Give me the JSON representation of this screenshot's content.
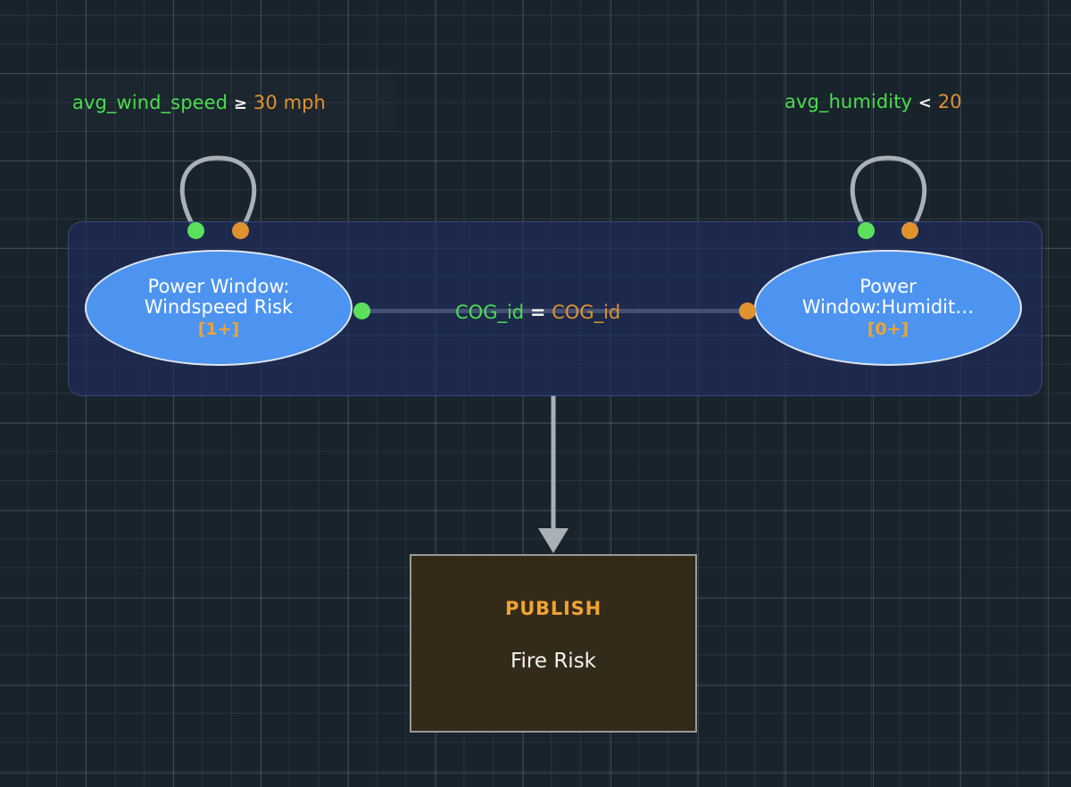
{
  "diagram": {
    "type": "stream-processing-topology",
    "background": {
      "color": "#18232c",
      "grid": true,
      "grid_line_color": "#2c3b45"
    },
    "subtopology": {
      "name": "sub-topology-group",
      "fill": "#1e2c5a",
      "border": "#6b7cb4"
    }
  },
  "conditions": [
    {
      "id": "cond-left",
      "field": "avg_wind_speed",
      "operator": "≥",
      "value": "30 mph",
      "field_color": "#4cdd4c",
      "value_color": "#e0922f"
    },
    {
      "id": "cond-right",
      "field": "avg_humidity",
      "operator": "<",
      "value": "20",
      "field_color": "#4cdd4c",
      "value_color": "#e0922f"
    }
  ],
  "nodes": [
    {
      "id": "node-windspeed",
      "shape": "ellipse",
      "title": "Power Window:\nWindspeed Risk",
      "count": "[1+]",
      "fill": "#4d94f0",
      "border": "#dfe6ee",
      "text_color": "#ffffff",
      "count_color": "#efa333"
    },
    {
      "id": "node-humidity",
      "shape": "ellipse",
      "title": "Power\nWindow:Humidit…",
      "count": "[0+]",
      "fill": "#4d94f0",
      "border": "#dfe6ee",
      "text_color": "#ffffff",
      "count_color": "#efa333"
    },
    {
      "id": "publish-node",
      "shape": "rectangle",
      "kind": "PUBLISH",
      "topic": "Fire Risk",
      "fill": "#332a19",
      "border": "#9a9a9a",
      "kind_color": "#efa333",
      "topic_color": "#f4f4f4"
    }
  ],
  "join_edge": {
    "label_lhs": "COG_id",
    "label_eq": "=",
    "label_rhs": "COG_id",
    "lhs_color": "#4cdd4c",
    "rhs_color": "#e0922f"
  },
  "ports": [
    {
      "id": "port-ws-loop-in",
      "kind": "input",
      "color": "#5ce05c"
    },
    {
      "id": "port-ws-loop-out",
      "kind": "output",
      "color": "#e0922f"
    },
    {
      "id": "port-hm-loop-in",
      "kind": "input",
      "color": "#5ce05c"
    },
    {
      "id": "port-hm-loop-out",
      "kind": "output",
      "color": "#e0922f"
    },
    {
      "id": "port-ws-right",
      "kind": "input",
      "color": "#5ce05c"
    },
    {
      "id": "port-hm-left",
      "kind": "output",
      "color": "#e0922f"
    }
  ],
  "edges": [
    {
      "id": "loop-windspeed",
      "type": "self-loop",
      "color": "#a8b0b8"
    },
    {
      "id": "loop-humidity",
      "type": "self-loop",
      "color": "#a8b0b8"
    },
    {
      "id": "join-edge",
      "type": "straight",
      "color": "#a8b0b8"
    },
    {
      "id": "publish-edge",
      "type": "arrow",
      "color": "#a8b0b8"
    }
  ]
}
